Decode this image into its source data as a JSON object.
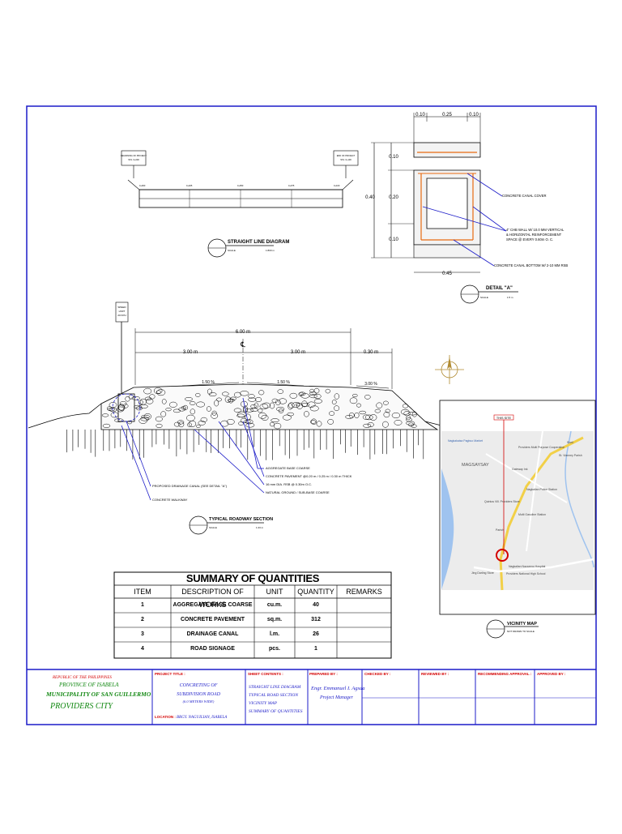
{
  "straight_line": {
    "title": "STRAIGHT LINE DIAGRAM",
    "scale_label": "SCALE",
    "scale_value": "1:800 m",
    "begin_sign": [
      "BEGINNING OF PROJECT",
      "STA. 0+000"
    ],
    "end_sign": [
      "END OF PROJECT",
      "STA. 0+100"
    ],
    "stations": [
      "0+000",
      "0+025",
      "0+050",
      "0+075",
      "0+100"
    ]
  },
  "detail_a": {
    "title": "DETAIL \"A\"",
    "scale_label": "SCALE",
    "scale_value": "1:5 m",
    "dims_top": [
      "0.10",
      "0.25",
      "0.10"
    ],
    "dims_left": [
      "0.10",
      "0.20",
      "0.10"
    ],
    "dim_height": "0.40",
    "dim_bottom": "0.45",
    "notes": [
      "CONCRETE CANAL COVER",
      "4\" CHB WALL W/ 10.0 MM VERTICAL",
      "& HORIZONTAL REINFORCEMENT",
      "SPACE @ EVERY 0.60m O. C.",
      "CONCRETE CANAL BOTTOM W/ 2-10 MM RSB"
    ]
  },
  "road_section": {
    "title": "TYPICAL ROADWAY SECTION",
    "scale_label": "SCALE",
    "scale_value": "1:43 m",
    "sign_text": [
      "SPEED",
      "LIMIT",
      "20 KPH"
    ],
    "dim_total": "6.00 m",
    "dim_left": "3.00 m",
    "dim_right": "3.00 m",
    "dim_shoulder": "0.30 m",
    "slope_left": "1.50 %",
    "slope_right": "1.50 %",
    "slope_shoulder": "3.00 %",
    "centerline": "℄",
    "notes": [
      "AGGREGATE BASE COARSE",
      "CONCRETE PAVEMENT @0.20 m / 0.25 m / 0.30 m THICK",
      "16 mm DIA. RSB @ 0.30m O.C.",
      "NATURAL GROUND / SUB-BASE COARSE",
      "PROPOSED DRAINAGE CANAL (SEE DETAIL \"A\")",
      "CONCRETE WALKWAY"
    ]
  },
  "vicinity_map": {
    "title": "VICINITY MAP",
    "subtitle": "NOT DRAWN TO SCALE",
    "site_label": "THIS SITE",
    "places": [
      "Nagkakaisa Pagbuo Market",
      "Shell",
      "Providers Multi Purpose Cooperative",
      "St. Vianney Parish",
      "MAGSAYSAY",
      "Gateway Ink",
      "Nagkalian Police Station",
      "Quintos Vill. Providers Store",
      "Multi Gasoline Station",
      "Nagkalian Nazareno Hospital",
      "Parish",
      "Jing Darling Store",
      "Providers National High School"
    ]
  },
  "quantities": {
    "title": "SUMMARY OF QUANTITIES",
    "headers": [
      "ITEM",
      "DESCRIPTION OF WORKS",
      "UNIT",
      "QUANTITY",
      "REMARKS"
    ],
    "rows": [
      {
        "item": "1",
        "desc": "AGGREGATE BASE COARSE",
        "unit": "cu.m.",
        "qty": "40",
        "remarks": ""
      },
      {
        "item": "2",
        "desc": "CONCRETE PAVEMENT",
        "unit": "sq.m.",
        "qty": "312",
        "remarks": ""
      },
      {
        "item": "3",
        "desc": "DRAINAGE CANAL",
        "unit": "l.m.",
        "qty": "26",
        "remarks": ""
      },
      {
        "item": "4",
        "desc": "ROAD SIGNAGE",
        "unit": "pcs.",
        "qty": "1",
        "remarks": ""
      }
    ]
  },
  "title_block": {
    "agency": [
      "REPUBLIC OF THE PHILIPPINES",
      "PROVINCE OF ISABELA",
      "MUNICIPALITY OF SAN GUILLERMO",
      "PROVIDERS CITY"
    ],
    "project_header": "PROJECT TITLE :",
    "project": [
      "CONCRETING OF",
      "SUBDIVISION ROAD",
      "(6.0 METERS WIDE)"
    ],
    "location_header": "LOCATION :",
    "location": "BRGY. NAGUILIAN, ISABELA",
    "sheet_header": "SHEET CONTENTS :",
    "sheet_contents": [
      "STRAIGHT LINE DIAGRAM",
      "TYPICAL ROAD SECTION",
      "VICINITY MAP",
      "SUMMARY OF QUANTITIES"
    ],
    "prepared_header": "PREPARED BY :",
    "prepared": [
      "Engr. Emmanuel I. Agsda",
      "Project Manager"
    ],
    "checked_header": "CHECKED BY :",
    "reviewed_header": "REVIEWED BY :",
    "recommended_header": "RECOMMENDING APPROVAL :",
    "approved_header": "APPROVED BY :"
  },
  "colors": {
    "border": "#1c1cc8",
    "red": "#d40000",
    "orange": "#e86a10",
    "green": "#118811"
  }
}
